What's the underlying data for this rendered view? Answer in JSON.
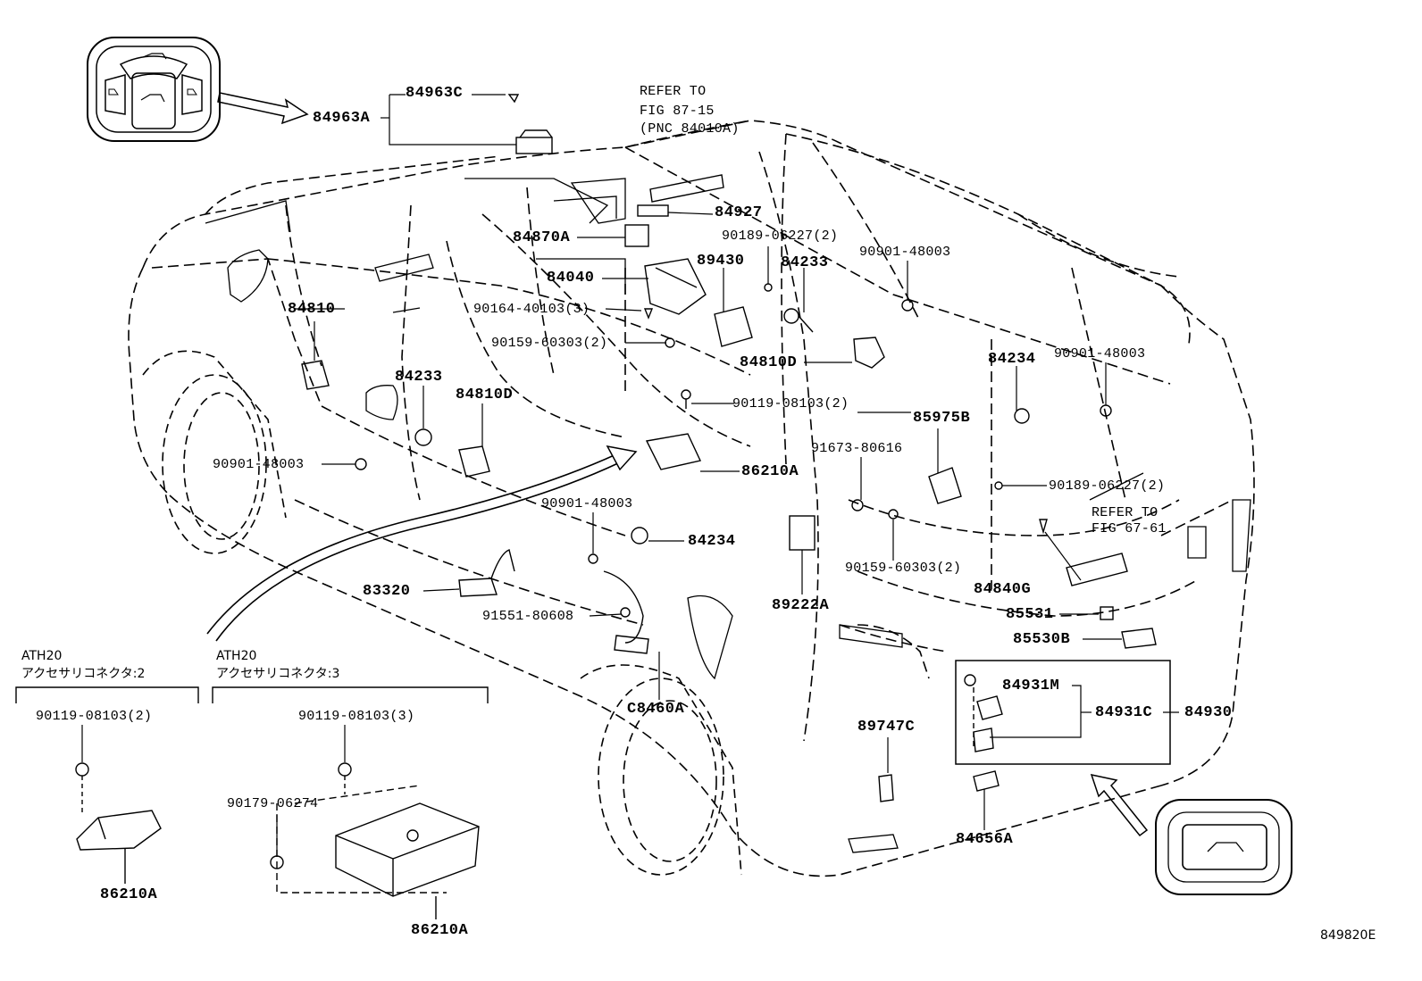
{
  "labels": {
    "p84963C": "84963C",
    "p84963A": "84963A",
    "refer1_l1": "REFER TO",
    "refer1_l2": "FIG 87-15",
    "refer1_l3": "(PNC 84010A)",
    "p84927": "84927",
    "p84870A": "84870A",
    "p90189_1": "90189-06227(2)",
    "p90901_top": "90901-48003",
    "p89430": "89430",
    "p84233_top": "84233",
    "p84040": "84040",
    "p84810": "84810",
    "p90164": "90164-40103(3)",
    "p90159_1": "90159-60303(2)",
    "p84810D_right": "84810D",
    "p84234_right": "84234",
    "p90901_right": "90901-48003",
    "p84233_left": "84233",
    "p84810D_left": "84810D",
    "p90119_main": "90119-08103(2)",
    "p85975B": "85975B",
    "p91673": "91673-80616",
    "p90901_left": "90901-48003",
    "p86210A_main": "86210A",
    "p90189_2": "90189-06227(2)",
    "p90901_mid": "90901-48003",
    "refer2_l1": "REFER TO",
    "refer2_l2": "FIG 67-61",
    "p84234_mid": "84234",
    "p90159_2": "90159-60303(2)",
    "p83320": "83320",
    "p84840G": "84840G",
    "p91551": "91551-80608",
    "p89222A": "89222A",
    "p85531": "85531",
    "p85530B": "85530B",
    "p84931M": "84931M",
    "p84931C": "84931C",
    "p84930": "84930",
    "p89747C": "89747C",
    "pC8460A": "C8460A",
    "p84656A": "84656A",
    "ath_left_l1": "ATH20",
    "ath_left_l2": "アクセサリコネクタ:2",
    "ath_right_l1": "ATH20",
    "ath_right_l2": "アクセサリコネクタ:3",
    "p90119_inset1": "90119-08103(2)",
    "p90119_inset2": "90119-08103(3)",
    "p90179": "90179-06274",
    "p86210A_inset1": "86210A",
    "p86210A_inset2": "86210A",
    "diagram_code": "849820E"
  },
  "icons": {
    "top_left_switch": "power-back-door-switch-panel-icon",
    "bottom_right_switch": "back-door-switch-icon"
  },
  "colors": {
    "line": "#000000",
    "background": "#ffffff"
  }
}
